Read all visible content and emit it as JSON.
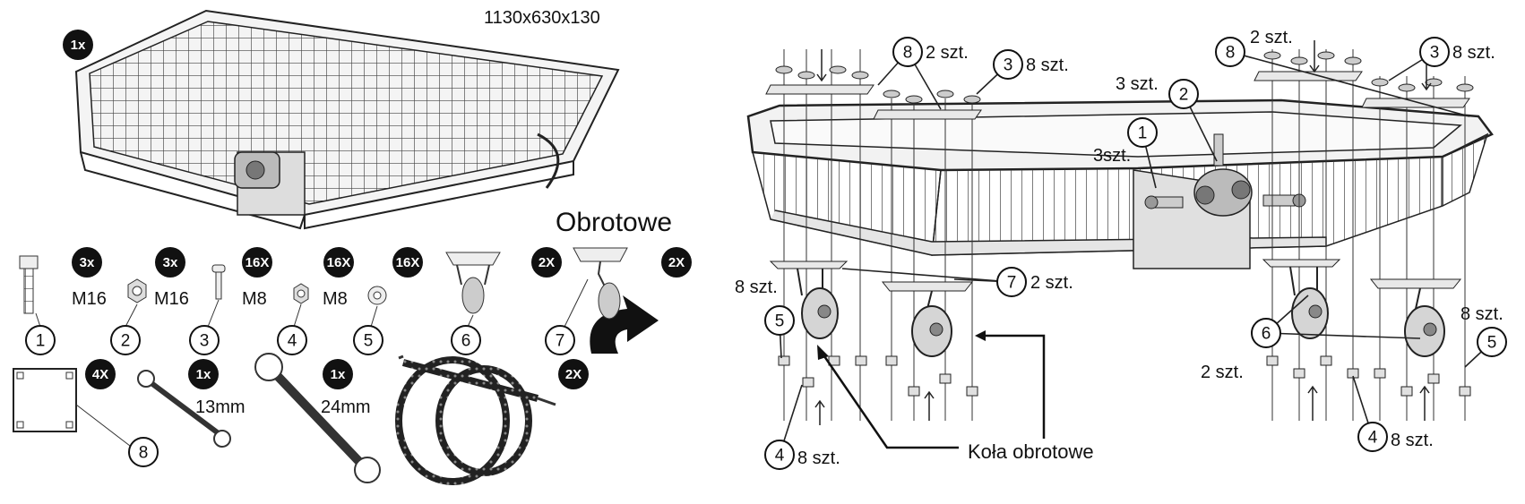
{
  "dimensions": "1130x630x130",
  "obrotowe": "Obrotowe",
  "kola_obrotowe": "Koła obrotowe",
  "parts": [
    {
      "num": "1",
      "qty": "3x",
      "label": "M16"
    },
    {
      "num": "2",
      "qty": "3x",
      "label": "M16"
    },
    {
      "num": "3",
      "qty": "16X",
      "label": "M8"
    },
    {
      "num": "4",
      "qty": "16X",
      "label": "M8"
    },
    {
      "num": "5",
      "qty": "16X",
      "label": ""
    },
    {
      "num": "6",
      "qty": "2X",
      "label": ""
    },
    {
      "num": "7",
      "qty": "2X",
      "label": ""
    },
    {
      "num": "8",
      "qty": "4X",
      "label": ""
    }
  ],
  "basket_qty": "1x",
  "wrench13": {
    "qty": "1x",
    "label": "13mm"
  },
  "wrench24": {
    "qty": "1x",
    "label": "24mm"
  },
  "straps_qty": "2X",
  "assembly": {
    "c8_left": "8",
    "t2szt_a": "2 szt.",
    "c3_left": "3",
    "t8szt_a": "8 szt.",
    "t3szt_top": "3 szt.",
    "c2": "2",
    "c1": "1",
    "t3szt_mid": "3szt.",
    "c8_right": "8",
    "t2szt_b": "2 szt.",
    "c3_right": "3",
    "t8szt_b": "8 szt.",
    "t8szt_left": "8 szt.",
    "c5_left": "5",
    "c7": "7",
    "t2szt_7": "2 szt.",
    "c6": "6",
    "t2szt_6": "2 szt.",
    "t8szt_right": "8 szt.",
    "c5_right": "5",
    "c4_left": "4",
    "t8szt_4l": "8 szt.",
    "c4_right": "4",
    "t8szt_4r": "8 szt."
  }
}
